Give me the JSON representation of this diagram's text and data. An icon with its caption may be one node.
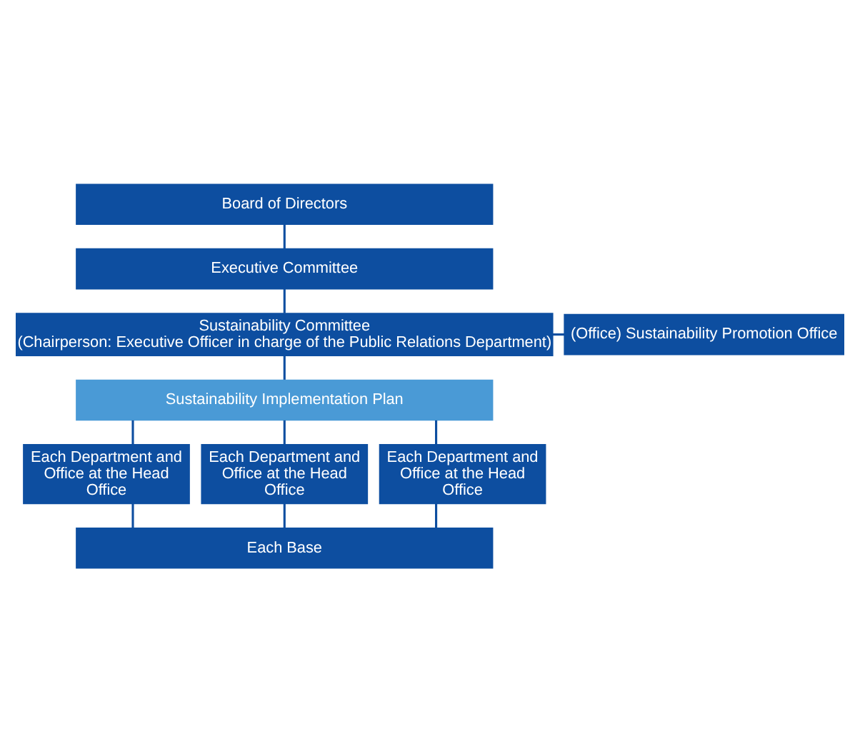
{
  "diagram": {
    "nodes": [
      {
        "text": [
          "Board of Directors"
        ]
      },
      {
        "text": [
          "Executive Committee"
        ]
      },
      {
        "text": [
          "Sustainability Committee",
          "(Chairperson: Executive Officer in charge of the Public Relations Department)"
        ]
      },
      {
        "text": [
          "(Office) Sustainability Promotion Office"
        ]
      },
      {
        "text": [
          "Sustainability Implementation Plan"
        ]
      },
      {
        "text": [
          "Each Department and Office at the Head Office"
        ]
      },
      {
        "text": [
          "Each Department and Office at the Head Office"
        ]
      },
      {
        "text": [
          "Each Department and Office at the Head Office"
        ]
      },
      {
        "text": [
          "Each Base"
        ]
      }
    ],
    "edges": [
      {
        "from": 0,
        "to": 1,
        "arrow": "none"
      },
      {
        "from": 1,
        "to": 2,
        "arrow": "none"
      },
      {
        "from": 2,
        "to": 4,
        "arrow": "none"
      },
      {
        "from": 2,
        "to": 3,
        "arrow": "none"
      },
      {
        "from": 4,
        "to": 5,
        "arrow": "none"
      },
      {
        "from": 4,
        "to": 6,
        "arrow": "none"
      },
      {
        "from": 4,
        "to": 7,
        "arrow": "none"
      },
      {
        "from": 5,
        "to": 8,
        "arrow": "none"
      },
      {
        "from": 6,
        "to": 8,
        "arrow": "none"
      },
      {
        "from": 7,
        "to": 8,
        "arrow": "none"
      }
    ]
  }
}
